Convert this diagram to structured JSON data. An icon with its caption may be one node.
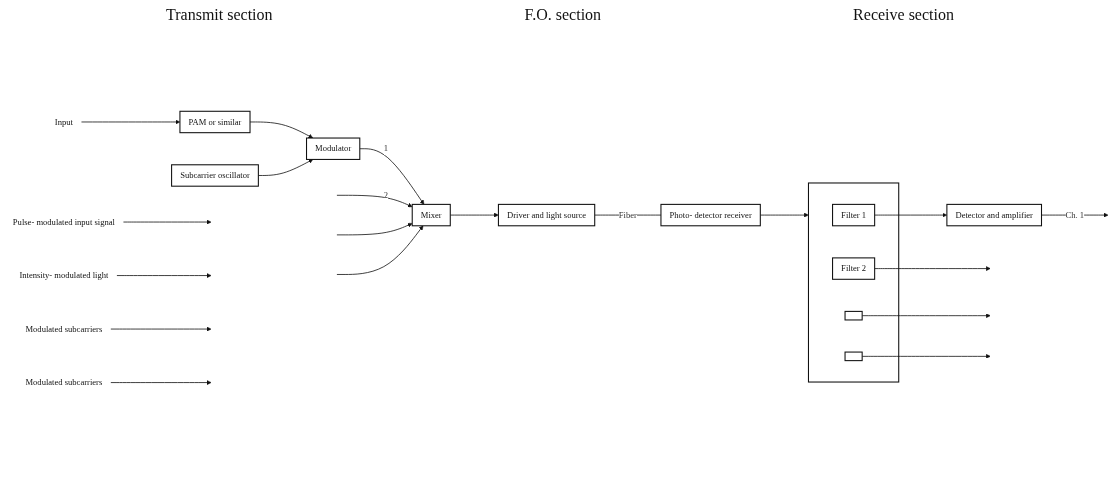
{
  "diagram": {
    "nodes": [
      {
        "text": [
          "Input"
        ]
      },
      {
        "text": [
          "PAM or similar"
        ]
      },
      {
        "text": [
          "Subcarrier oscillator"
        ]
      },
      {
        "text": [
          "Modulator"
        ]
      },
      {
        "text": [
          "Mixer"
        ]
      },
      {
        "text": [
          "Driver and light source"
        ]
      },
      {
        "text": [
          "Photo- detector receiver"
        ]
      },
      {
        "text": [],
        "shape": "box"
      },
      {
        "text": [
          "Filter 1"
        ],
        "in": 7
      },
      {
        "text": [
          "Filter 2"
        ],
        "in": 7
      },
      {
        "text": [],
        "shape": "box",
        "in": 7
      },
      {
        "text": [],
        "shape": "box",
        "in": 7
      },
      {
        "text": [
          "Detector and amplifier"
        ]
      },
      {
        "text": [
          "Pulse- modulated input signal"
        ]
      },
      {
        "text": [
          "Intensity- modulated light"
        ]
      },
      {
        "text": [
          "Modulated subcarriers"
        ]
      },
      {
        "text": [
          "Modulated subcarriers"
        ]
      }
    ],
    "edges": [
      {
        "from": 0,
        "to": 1,
        "arrow": "to"
      },
      {
        "from": 1,
        "to": 3,
        "arrow": "to"
      },
      {
        "from": 2,
        "to": 3,
        "arrow": "to"
      },
      {
        "from": 3,
        "to": 4,
        "arrow": "to",
        "label": "1"
      },
      {
        "from": null,
        "to": 4,
        "arrow": "to",
        "label": "2"
      },
      {
        "from": null,
        "to": 4,
        "arrow": "to"
      },
      {
        "from": null,
        "to": 4,
        "arrow": "to"
      },
      {
        "from": 4,
        "to": 5,
        "arrow": "to"
      },
      {
        "from": 5,
        "to": 6,
        "arrow": "none",
        "label": "Fiber"
      },
      {
        "from": 6,
        "to": 7,
        "arrow": "to"
      },
      {
        "from": 8,
        "to": 12,
        "arrow": "to"
      },
      {
        "from": 9,
        "to": null,
        "arrow": "to"
      },
      {
        "from": 10,
        "to": null,
        "arrow": "to"
      },
      {
        "from": 11,
        "to": null,
        "arrow": "to"
      },
      {
        "from": 12,
        "to": null,
        "arrow": "to",
        "label": "Ch. 1"
      },
      {
        "from": 13,
        "to": null,
        "arrow": "to"
      },
      {
        "from": 14,
        "to": null,
        "arrow": "to"
      },
      {
        "from": 15,
        "to": null,
        "arrow": "to"
      },
      {
        "from": 16,
        "to": null,
        "arrow": "to"
      }
    ],
    "labels": [
      "Transmit section",
      "F.O. section",
      "Receive section"
    ]
  }
}
